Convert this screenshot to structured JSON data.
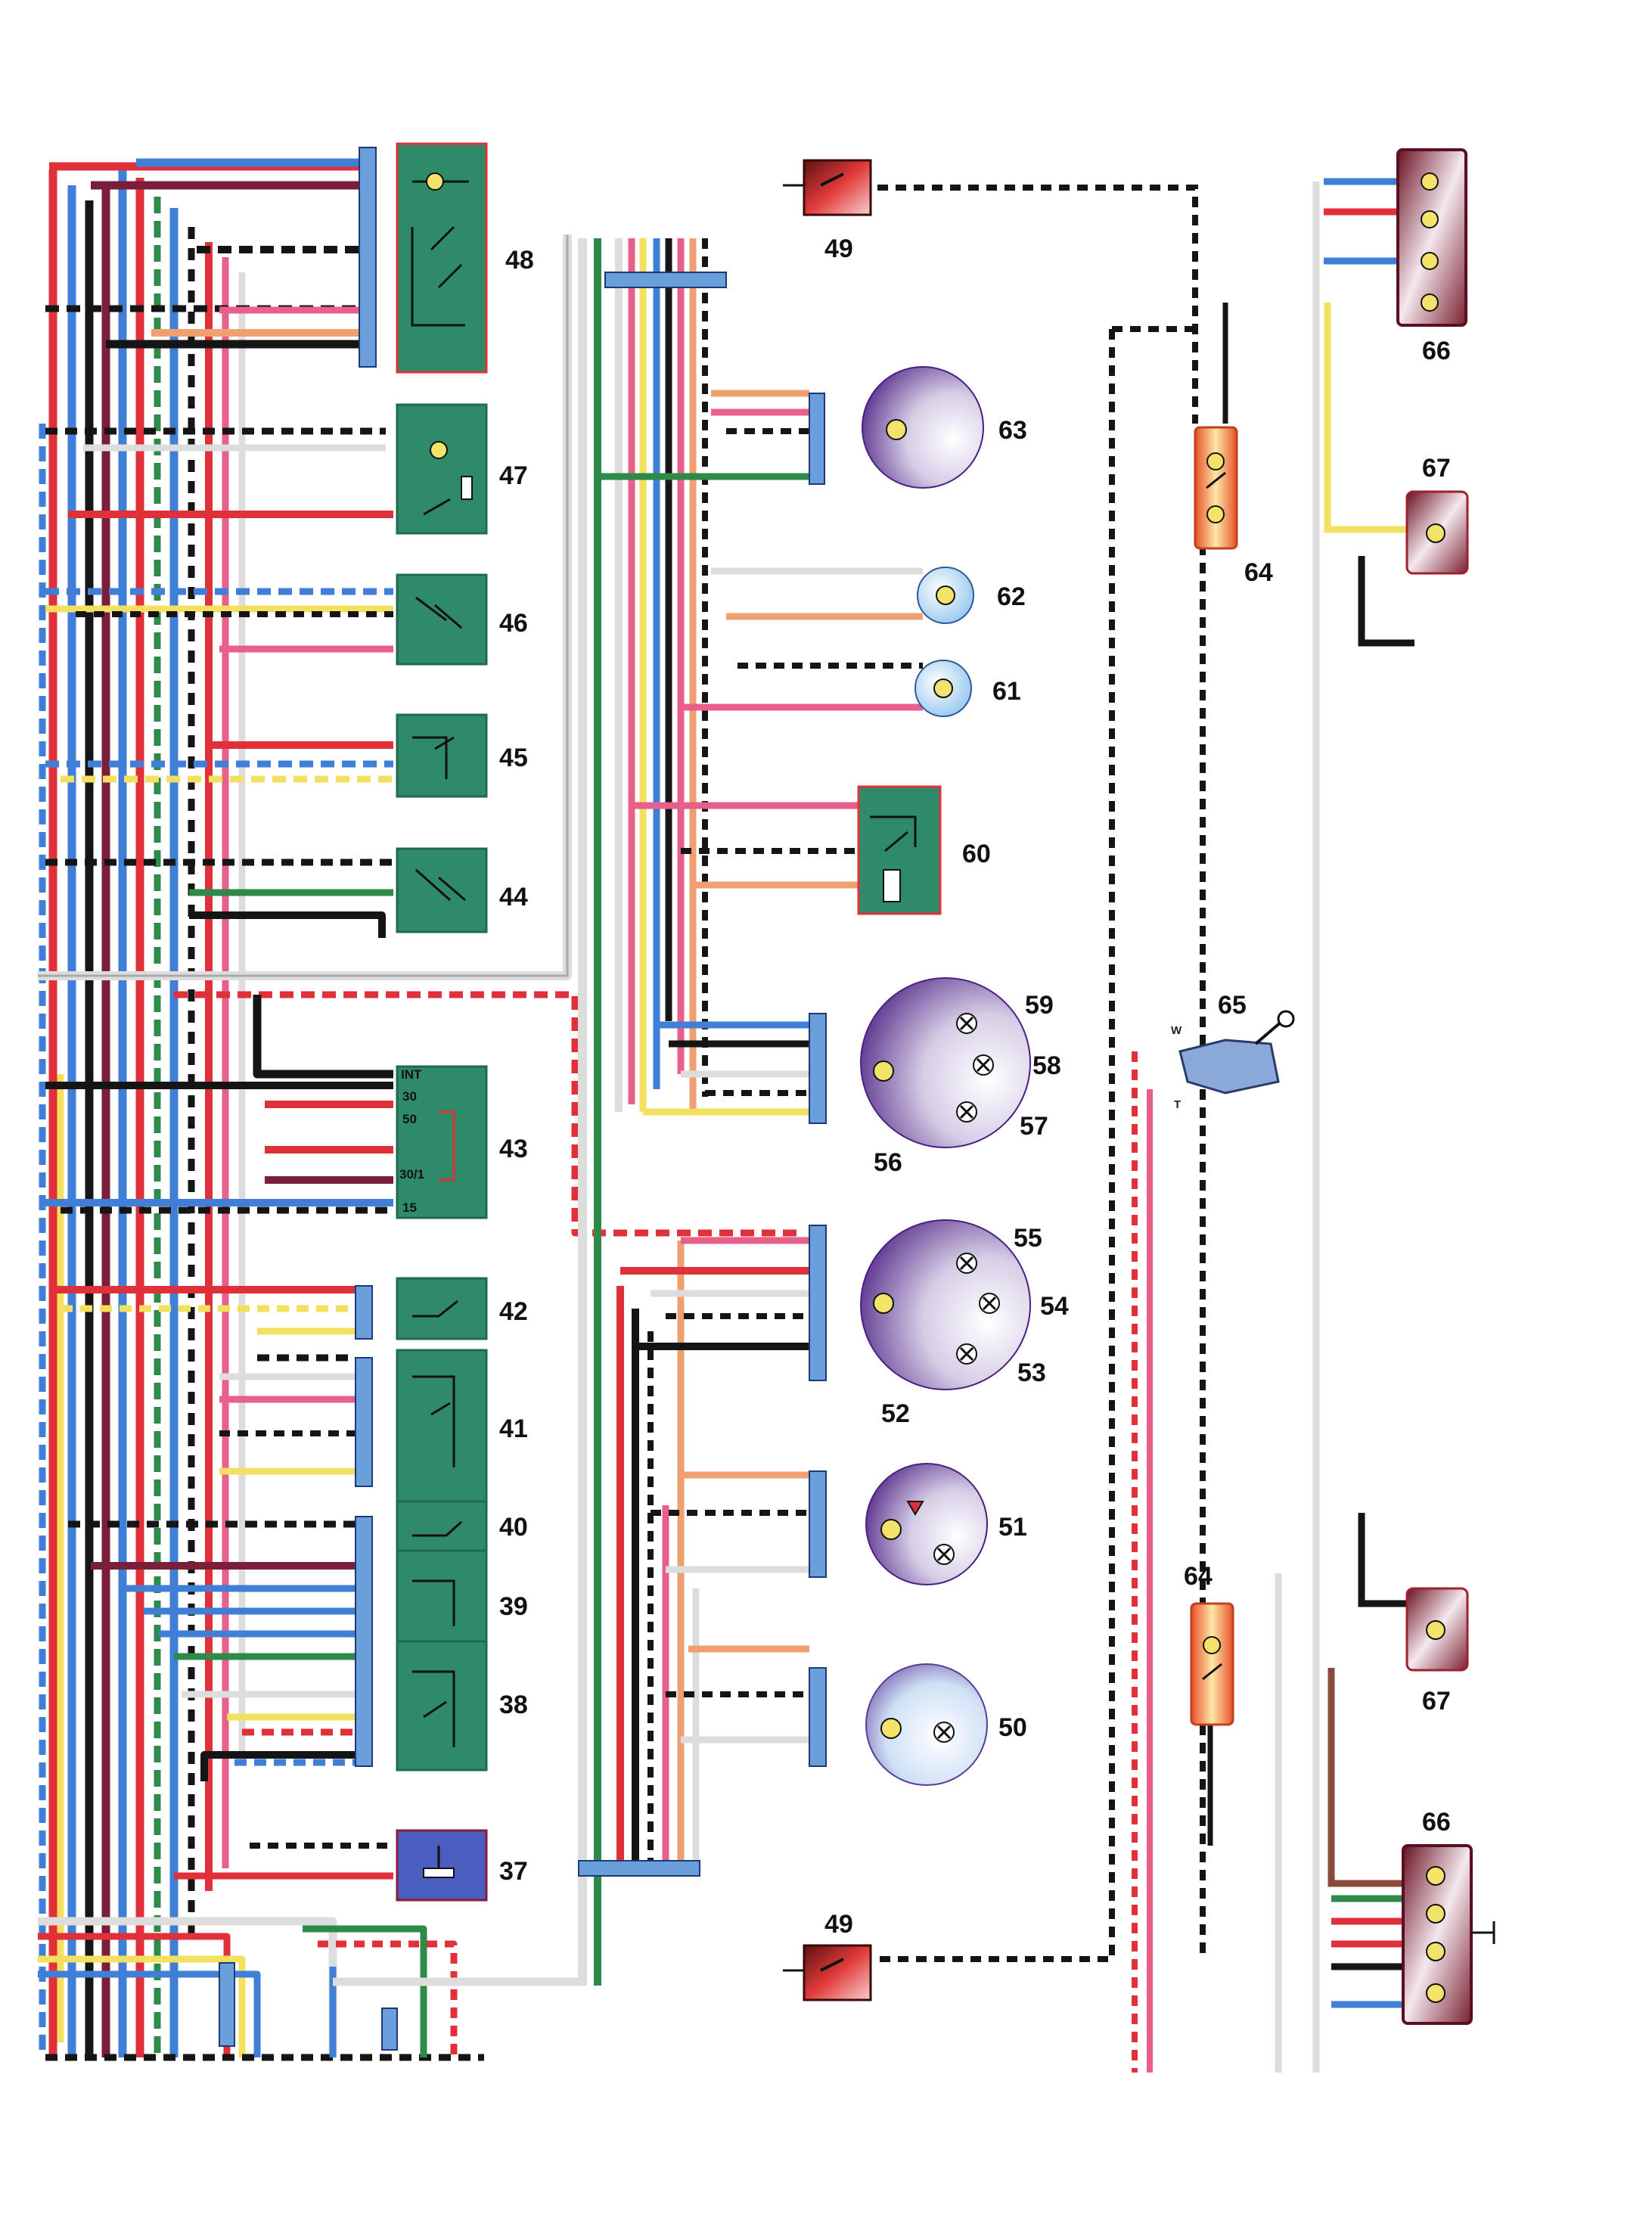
{
  "diagram": {
    "component_numbers": {
      "c37": "37",
      "c38": "38",
      "c39": "39",
      "c40": "40",
      "c41": "41",
      "c42": "42",
      "c43": "43",
      "c44": "44",
      "c45": "45",
      "c46": "46",
      "c47": "47",
      "c48": "48",
      "c49_top": "49",
      "c49_bottom": "49",
      "c50": "50",
      "c51": "51",
      "c52": "52",
      "c53": "53",
      "c54": "54",
      "c55": "55",
      "c56": "56",
      "c57": "57",
      "c58": "58",
      "c59": "59",
      "c60": "60",
      "c61": "61",
      "c62": "62",
      "c63": "63",
      "c64_top": "64",
      "c64_bottom": "64",
      "c65": "65",
      "c66_top": "66",
      "c66_bottom": "66",
      "c67_top": "67",
      "c67_bottom": "67"
    },
    "ignition_terminals": {
      "int": "INT",
      "t30": "30",
      "t50": "50",
      "t30_1": "30/1",
      "t15": "15"
    },
    "sensor_terminals": {
      "w": "W",
      "t": "T"
    }
  },
  "colors": {
    "module_green": "#2f8a6a",
    "module_dark_green": "#1f6b52",
    "gauge_purple": "#5b2d8f",
    "connector_blue": "#6a9fdc",
    "terminal_yellow": "#f3e36a",
    "red_wire": "#e0303a",
    "blue_wire": "#3f7fd8",
    "black_wire": "#151515",
    "maroon_wire": "#7a1e3a",
    "pink_wire": "#e8608a",
    "orange_wire": "#f0a070",
    "yellow_wire": "#f3e060",
    "green_wire": "#2d8a48",
    "white_wire": "#dddddd",
    "brown_wire": "#8a4a3a"
  }
}
